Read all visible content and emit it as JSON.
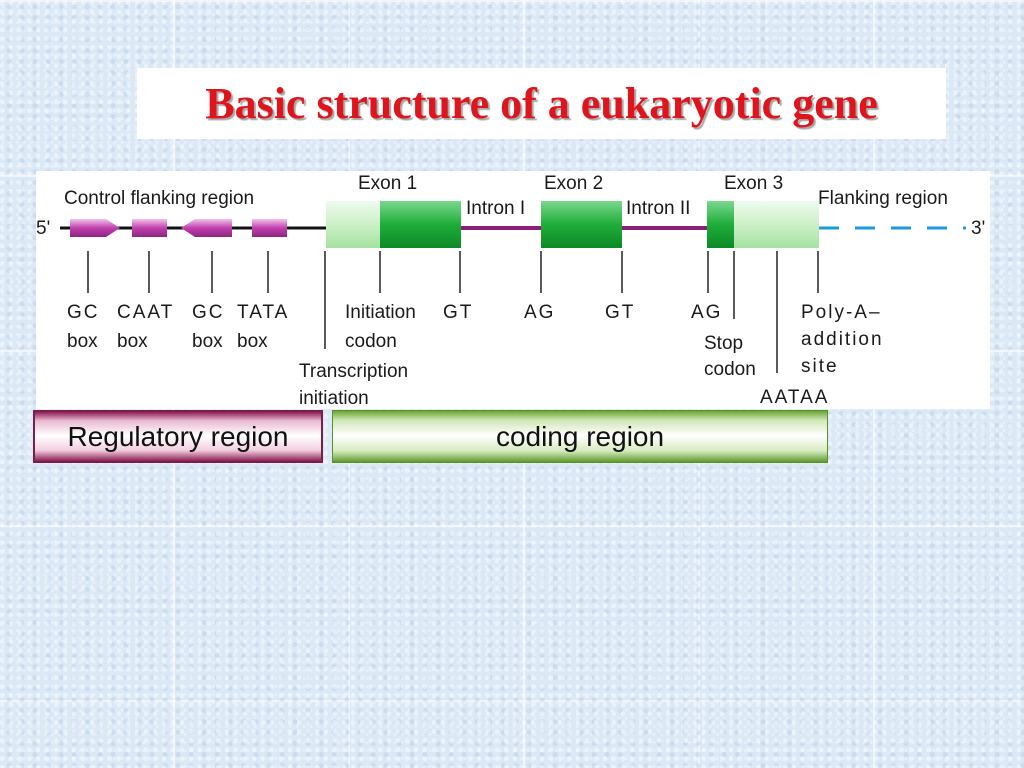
{
  "title": "Basic structure of a eukaryotic gene",
  "diagram": {
    "ends": {
      "five_prime": "5'",
      "three_prime": "3'"
    },
    "region_headers": {
      "control": "Control flanking region",
      "exon1": "Exon 1",
      "exon2": "Exon 2",
      "exon3": "Exon 3",
      "intron1": "Intron I",
      "intron2": "Intron II",
      "flanking": "Flanking region"
    },
    "labels": {
      "gc1_l1": "GC",
      "gc1_l2": "box",
      "caat_l1": "CAAT",
      "caat_l2": "box",
      "gc2_l1": "GC",
      "gc2_l2": "box",
      "tata_l1": "TATA",
      "tata_l2": "box",
      "init_l1": "Initiation",
      "init_l2": "codon",
      "gt1": "GT",
      "ag1": "AG",
      "gt2": "GT",
      "ag2": "AG",
      "stop_l1": "Stop",
      "stop_l2": "codon",
      "polya_l1": "Poly-A–",
      "polya_l2": "addition",
      "polya_l3": "site",
      "tx_l1": "Transcription",
      "tx_l2": "initiation",
      "aataa": "AATAA"
    },
    "colors": {
      "promoter_element": "#c03fae",
      "exon_light": "#c8efc4",
      "exon_dark": "#1fad3a",
      "intron": "#8b1f7a",
      "flanking_dashed": "#1d9ad8"
    }
  },
  "legend": {
    "regulatory": "Regulatory region",
    "coding": "coding region"
  }
}
